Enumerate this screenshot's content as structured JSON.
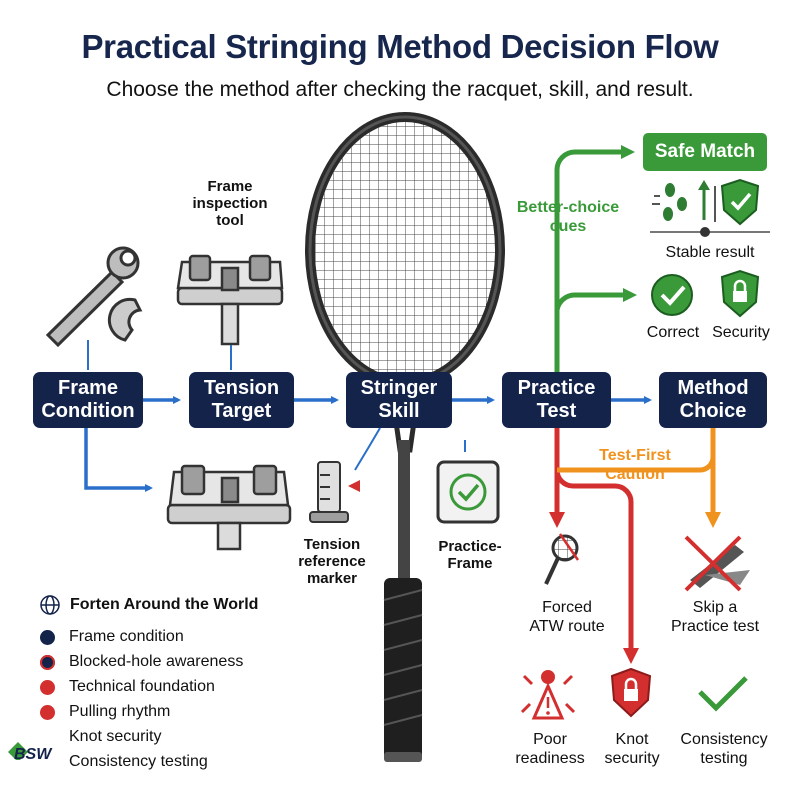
{
  "title": "Practical Stringing Method Decision Flow",
  "subtitle": "Choose the method after checking the racquet, skill, and result.",
  "nodes": {
    "frame_condition": "Frame\nCondition",
    "tension_target": "Tension\nTarget",
    "stringer_skill": "Stringer\nSkill",
    "practice_test": "Practice\nTest",
    "method_choice": "Method\nChoice",
    "safe_match": "Safe Match"
  },
  "labels": {
    "frame_inspection_tool": "Frame\ninspection\ntool",
    "tension_reference_marker": "Tension\nreference\nmarker",
    "practice_frame": "Practice-\nFrame",
    "better_choice_cues": "Better-choice\ncues",
    "test_first_caution": "Test-First\nCaution",
    "stable_result": "Stable result",
    "correct": "Correct",
    "security": "Security",
    "forced_atw_route": "Forced\nATW route",
    "skip_practice_test": "Skip a\nPractice test",
    "poor_readiness": "Poor\nreadiness",
    "knot_security": "Knot\nsecurity",
    "consistency_testing": "Consistency\ntesting"
  },
  "legend": {
    "heading": "Forten Around the World",
    "items": [
      {
        "label": "Frame condition",
        "color": "#13234a"
      },
      {
        "label": "Blocked-hole awareness",
        "color": "#13234a"
      },
      {
        "label": "Technical foundation",
        "color": "#d32f2f"
      },
      {
        "label": "Pulling rhythm",
        "color": "#d32f2f"
      },
      {
        "label": "Knot security",
        "color": ""
      },
      {
        "label": "Consistency testing",
        "color": ""
      }
    ]
  },
  "logo": {
    "text": "BSW"
  },
  "colors": {
    "navy": "#13234a",
    "blue_arrow": "#2a6fc9",
    "green": "#3a9a3a",
    "red": "#d32f2f",
    "orange": "#f0921e"
  }
}
